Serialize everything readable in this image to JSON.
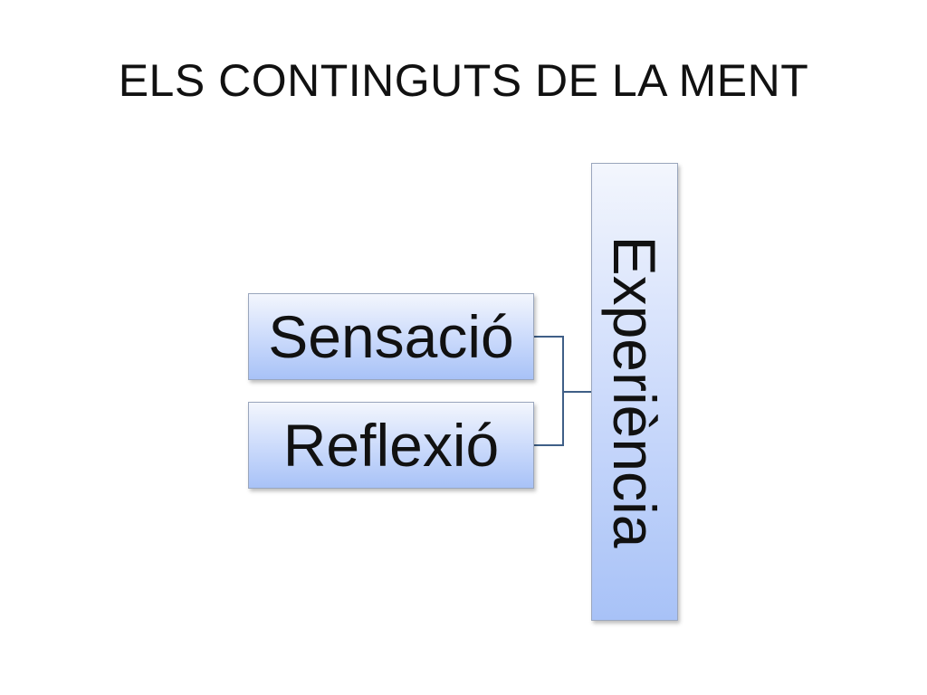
{
  "slide": {
    "title": "ELS CONTINGUTS DE LA MENT"
  },
  "diagram": {
    "parent": {
      "label": "Experiència"
    },
    "children": [
      {
        "label": "Sensació"
      },
      {
        "label": "Reflexió"
      }
    ]
  },
  "colors": {
    "box_top": "#f3f6fd",
    "box_bottom": "#a8c2f7",
    "connector": "#3f5f87"
  }
}
